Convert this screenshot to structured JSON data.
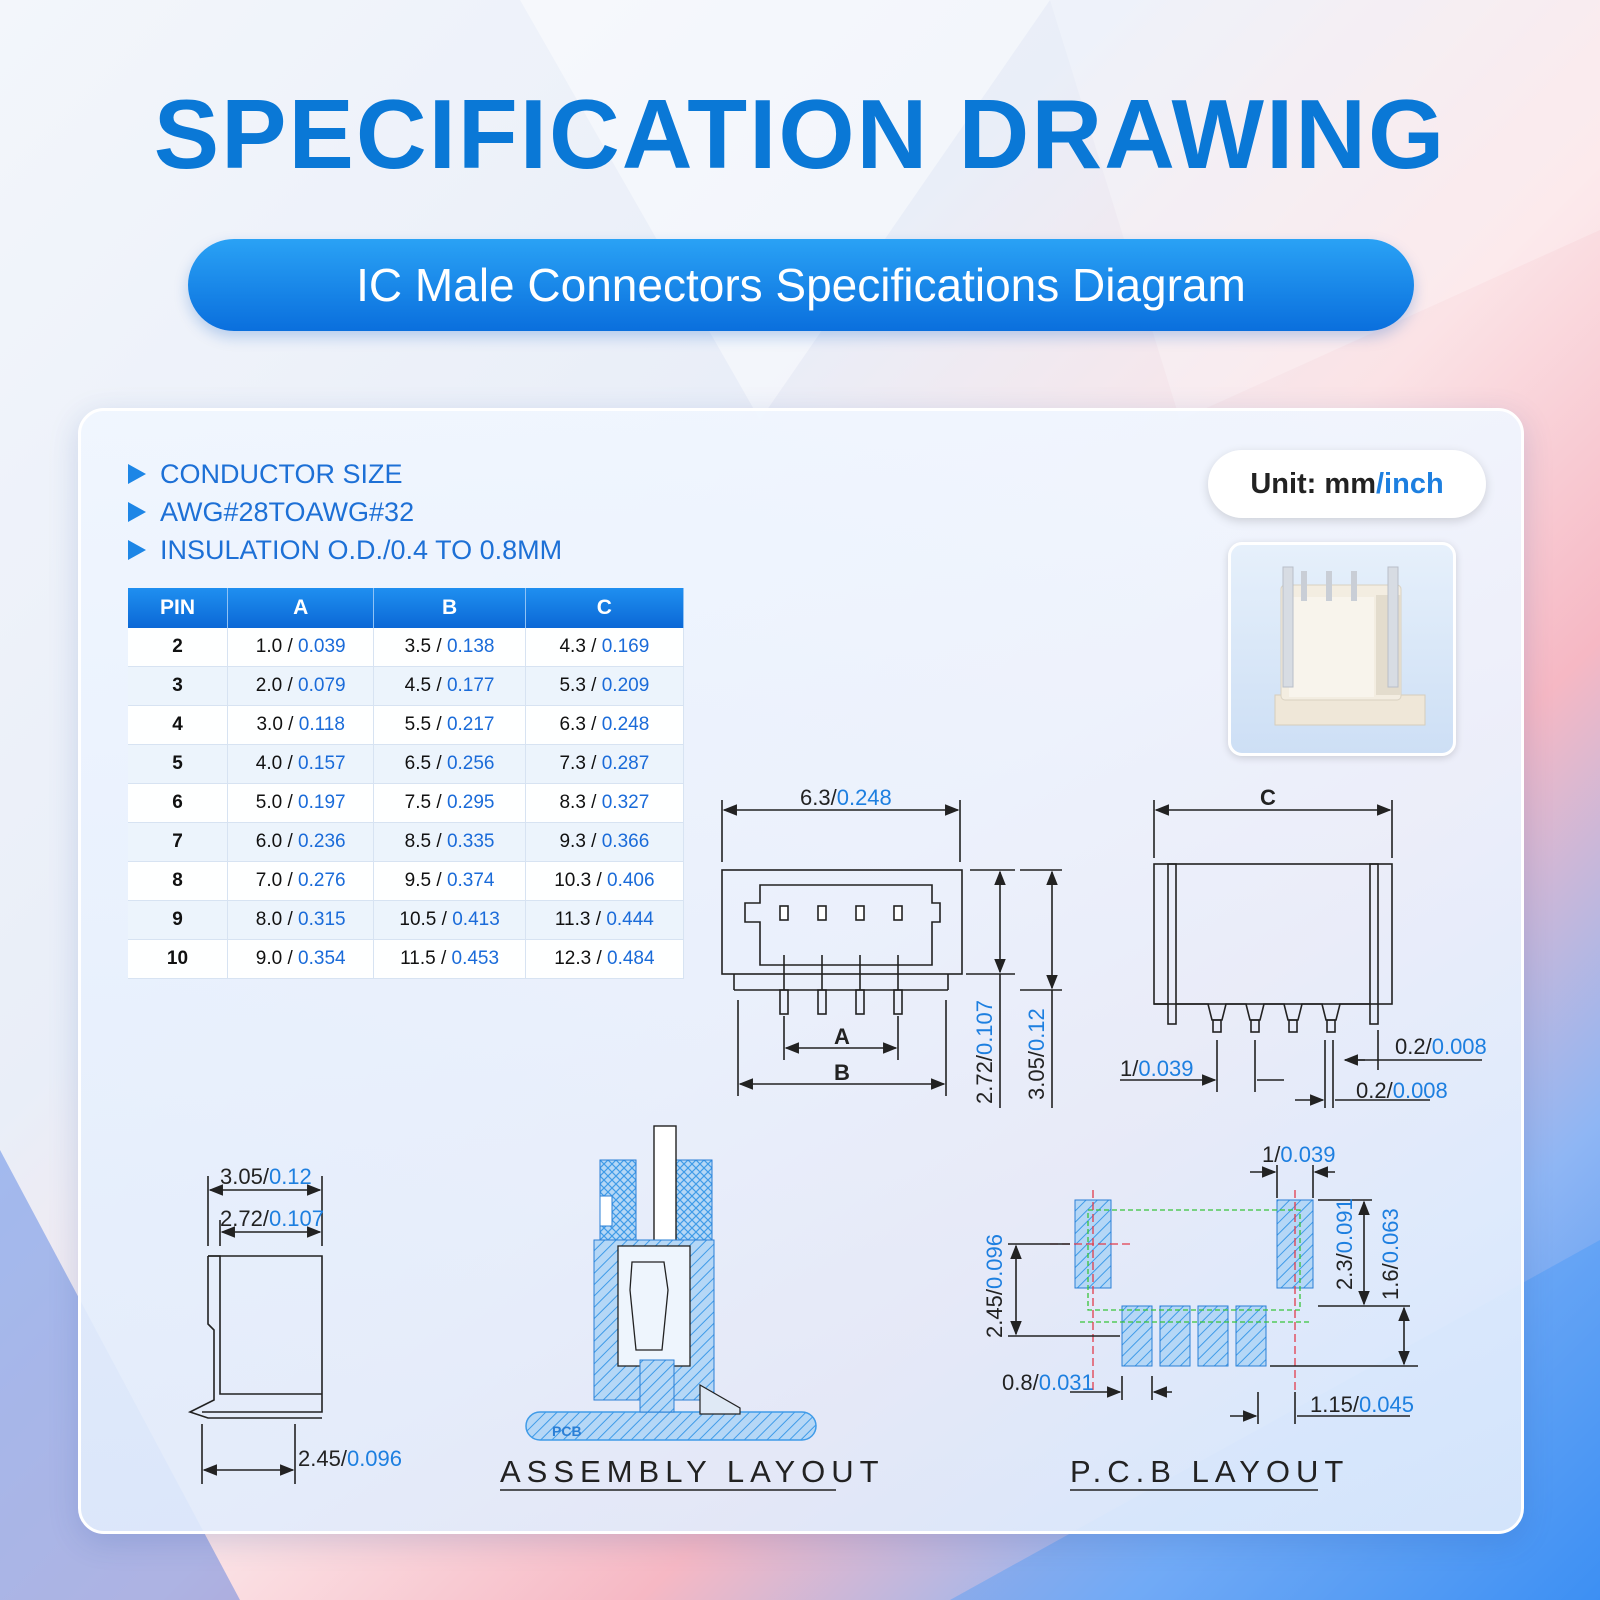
{
  "title": "SPECIFICATION DRAWING",
  "subtitle": "IC Male Connectors Specifications Diagram",
  "unit": {
    "prefix": "Unit: ",
    "mm": "mm",
    "sep": "/",
    "inch": "inch"
  },
  "notes": [
    "CONDUCTOR SIZE",
    "AWG#28TOAWG#32",
    "INSULATION O.D./0.4 TO 0.8MM"
  ],
  "table": {
    "headers": [
      "PIN",
      "A",
      "B",
      "C"
    ],
    "rows": [
      {
        "pin": "2",
        "a_mm": "1.0",
        "a_in": "0.039",
        "b_mm": "3.5",
        "b_in": "0.138",
        "c_mm": "4.3",
        "c_in": "0.169"
      },
      {
        "pin": "3",
        "a_mm": "2.0",
        "a_in": "0.079",
        "b_mm": "4.5",
        "b_in": "0.177",
        "c_mm": "5.3",
        "c_in": "0.209"
      },
      {
        "pin": "4",
        "a_mm": "3.0",
        "a_in": "0.118",
        "b_mm": "5.5",
        "b_in": "0.217",
        "c_mm": "6.3",
        "c_in": "0.248"
      },
      {
        "pin": "5",
        "a_mm": "4.0",
        "a_in": "0.157",
        "b_mm": "6.5",
        "b_in": "0.256",
        "c_mm": "7.3",
        "c_in": "0.287"
      },
      {
        "pin": "6",
        "a_mm": "5.0",
        "a_in": "0.197",
        "b_mm": "7.5",
        "b_in": "0.295",
        "c_mm": "8.3",
        "c_in": "0.327"
      },
      {
        "pin": "7",
        "a_mm": "6.0",
        "a_in": "0.236",
        "b_mm": "8.5",
        "b_in": "0.335",
        "c_mm": "9.3",
        "c_in": "0.366"
      },
      {
        "pin": "8",
        "a_mm": "7.0",
        "a_in": "0.276",
        "b_mm": "9.5",
        "b_in": "0.374",
        "c_mm": "10.3",
        "c_in": "0.406"
      },
      {
        "pin": "9",
        "a_mm": "8.0",
        "a_in": "0.315",
        "b_mm": "10.5",
        "b_in": "0.413",
        "c_mm": "11.3",
        "c_in": "0.444"
      },
      {
        "pin": "10",
        "a_mm": "9.0",
        "a_in": "0.354",
        "b_mm": "11.5",
        "b_in": "0.453",
        "c_mm": "12.3",
        "c_in": "0.484"
      }
    ]
  },
  "dims": {
    "front_width_mm": "6.3",
    "front_width_in": "0.248",
    "label_a": "A",
    "label_b": "B",
    "label_c": "C",
    "h1_mm": "2.72",
    "h1_in": "0.107",
    "h2_mm": "3.05",
    "h2_in": "0.12",
    "pitch_mm": "1",
    "pitch_in": "0.039",
    "pin_w_mm": "0.2",
    "pin_w_in": "0.008",
    "pin_t_mm": "0.2",
    "pin_t_in": "0.008",
    "side_w_mm": "3.05",
    "side_w_in": "0.12",
    "side_w2_mm": "2.72",
    "side_w2_in": "0.107",
    "side_b_mm": "2.45",
    "side_b_in": "0.096",
    "pcb_pitch_mm": "1",
    "pcb_pitch_in": "0.039",
    "pcb_h1_mm": "2.45",
    "pcb_h1_in": "0.096",
    "pcb_h2_mm": "2.3",
    "pcb_h2_in": "0.091",
    "pcb_h3_mm": "1.6",
    "pcb_h3_in": "0.063",
    "pcb_pad_mm": "0.8",
    "pcb_pad_in": "0.031",
    "pcb_off_mm": "1.15",
    "pcb_off_in": "0.045"
  },
  "pcb_label": "PCB",
  "captions": {
    "assembly": "ASSEMBLY LAYOUT",
    "pcb": "P.C.B LAYOUT"
  },
  "colors": {
    "accent": "#0a78d6",
    "hatch": "#3f9be8",
    "dim": "#1d7fe0",
    "pad_line": "#38c43a",
    "center_line": "#e23c4b"
  }
}
